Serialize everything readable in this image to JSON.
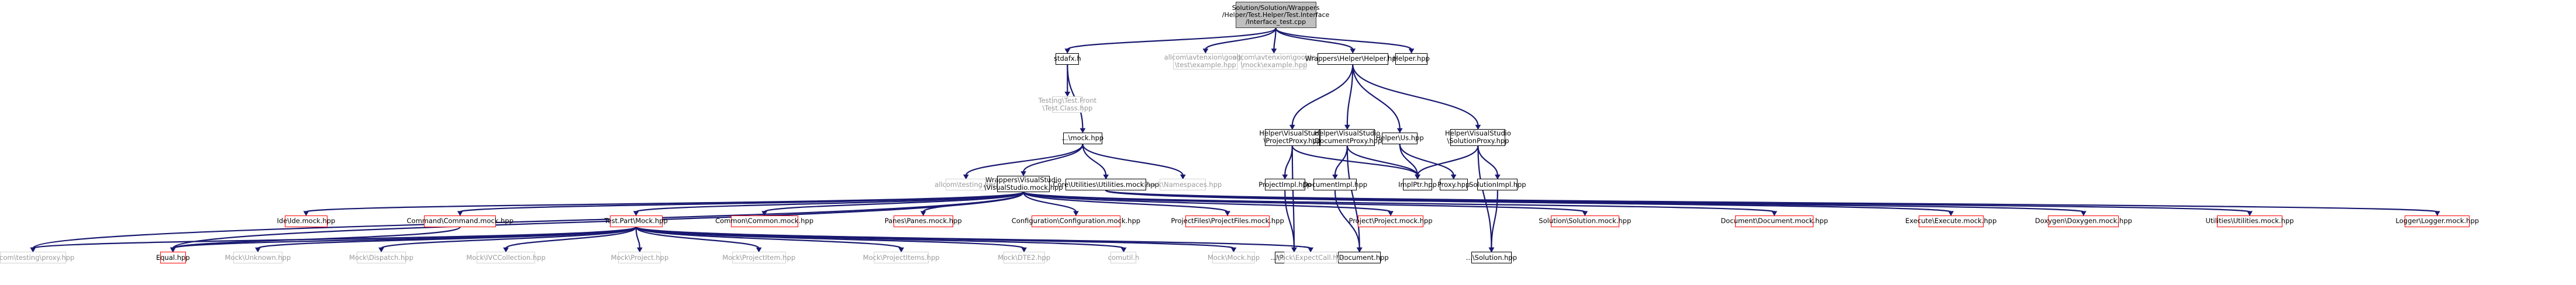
{
  "graph": {
    "root": "Solution/Solution/Wrappers\n/Helper/Test.Helper/Test.Interface\n/Interface_test.cpp",
    "nodes": [
      {
        "id": "n0",
        "label": "Solution/Solution/Wrappers\n/Helper/Test.Helper/Test.Interface\n/Interface_test.cpp",
        "kind": "root"
      },
      {
        "id": "n1",
        "label": "stdafx.h",
        "kind": "local"
      },
      {
        "id": "n2",
        "label": "allcom\\avtenxion\\google\n\\test\\example.hpp",
        "kind": "missing"
      },
      {
        "id": "n3",
        "label": "allcom\\avtenxion\\google\n\\mock\\example.hpp",
        "kind": "missing"
      },
      {
        "id": "n4",
        "label": "Wrappers\\Helper\\Helper.hpp",
        "kind": "local"
      },
      {
        "id": "n5",
        "label": "Helper.hpp",
        "kind": "local"
      },
      {
        "id": "n6",
        "label": "Testing\\Test.Front\n\\Test.Class.hpp",
        "kind": "missing"
      },
      {
        "id": "n7",
        "label": "...\\mock.hpp",
        "kind": "local"
      },
      {
        "id": "n8",
        "label": "Helper\\VisualStudio\n\\ProjectProxy.hpp",
        "kind": "local"
      },
      {
        "id": "n9",
        "label": "Helper\\VisualStudio\n\\DocumentProxy.hpp",
        "kind": "local"
      },
      {
        "id": "n10",
        "label": "Helper\\Us.hpp",
        "kind": "local"
      },
      {
        "id": "n11",
        "label": "Helper\\VisualStudio\n\\SolutionProxy.hpp",
        "kind": "local"
      },
      {
        "id": "n12",
        "label": "allcom\\testing.hpp",
        "kind": "missing"
      },
      {
        "id": "n13",
        "label": "Wrappers\\VisualStudio\n\\VisualStudio.mock.hpp",
        "kind": "local"
      },
      {
        "id": "n14",
        "label": "Core\\Utilities\\Utilities.mock.hpp",
        "kind": "local"
      },
      {
        "id": "n15",
        "label": "Mock\\Namespaces.hpp",
        "kind": "missing"
      },
      {
        "id": "n16",
        "label": "ProjectImpl.hpp",
        "kind": "local"
      },
      {
        "id": "n17",
        "label": "DocumentImpl.hpp",
        "kind": "local"
      },
      {
        "id": "n18",
        "label": "ImplPtr.hpp",
        "kind": "local"
      },
      {
        "id": "n19",
        "label": "Proxy.hpp",
        "kind": "local"
      },
      {
        "id": "n20",
        "label": "SolutionImpl.hpp",
        "kind": "local"
      },
      {
        "id": "n21",
        "label": "Ide\\Ide.mock.hpp",
        "kind": "red"
      },
      {
        "id": "n22",
        "label": "Command\\Command.mock.hpp",
        "kind": "red"
      },
      {
        "id": "n23",
        "label": "Test.Part\\Mock.hpp",
        "kind": "red"
      },
      {
        "id": "n24",
        "label": "Common\\Common.mock.hpp",
        "kind": "red"
      },
      {
        "id": "n25",
        "label": "Panes\\Panes.mock.hpp",
        "kind": "red"
      },
      {
        "id": "n26",
        "label": "Configuration\\Configuration.mock.hpp",
        "kind": "red"
      },
      {
        "id": "n27",
        "label": "ProjectFiles\\ProjectFiles.mock.hpp",
        "kind": "red"
      },
      {
        "id": "n28",
        "label": "Project\\Project.mock.hpp",
        "kind": "red"
      },
      {
        "id": "n29",
        "label": "Solution\\Solution.mock.hpp",
        "kind": "red"
      },
      {
        "id": "n30",
        "label": "Document\\Document.mock.hpp",
        "kind": "red"
      },
      {
        "id": "n31",
        "label": "Execute\\Execute.mock.hpp",
        "kind": "red"
      },
      {
        "id": "n32",
        "label": "Doxygen\\Doxygen.mock.hpp",
        "kind": "red"
      },
      {
        "id": "n33",
        "label": "Utilities\\Utilities.mock.hpp",
        "kind": "red"
      },
      {
        "id": "n34",
        "label": "Logger\\Logger.mock.hpp",
        "kind": "red"
      },
      {
        "id": "n35",
        "label": "...\\Project.hpp",
        "kind": "local"
      },
      {
        "id": "n36",
        "label": "...\\Document.hpp",
        "kind": "local"
      },
      {
        "id": "n37",
        "label": "...\\Solution.hpp",
        "kind": "local"
      },
      {
        "id": "n38",
        "label": "allcom\\testing\\proxy.hpp",
        "kind": "missing"
      },
      {
        "id": "n39",
        "label": "Equal.hpp",
        "kind": "red"
      },
      {
        "id": "n40",
        "label": "Mock\\Unknown.hpp",
        "kind": "missing"
      },
      {
        "id": "n41",
        "label": "Mock\\Dispatch.hpp",
        "kind": "missing"
      },
      {
        "id": "n42",
        "label": "Mock\\IVCCollection.hpp",
        "kind": "missing"
      },
      {
        "id": "n43",
        "label": "Mock\\Project.hpp",
        "kind": "missing"
      },
      {
        "id": "n44",
        "label": "Mock\\ProjectItem.hpp",
        "kind": "missing"
      },
      {
        "id": "n45",
        "label": "Mock\\ProjectItems.hpp",
        "kind": "missing"
      },
      {
        "id": "n46",
        "label": "Mock\\DTE2.hpp",
        "kind": "missing"
      },
      {
        "id": "n47",
        "label": "comutil.h",
        "kind": "missing"
      },
      {
        "id": "n48",
        "label": "Mock\\Mock.hpp",
        "kind": "missing"
      },
      {
        "id": "n49",
        "label": "Mock\\ExpectCall.hpp",
        "kind": "missing"
      }
    ],
    "edges": [
      [
        "n0",
        "n1"
      ],
      [
        "n0",
        "n2"
      ],
      [
        "n0",
        "n3"
      ],
      [
        "n0",
        "n4"
      ],
      [
        "n0",
        "n5"
      ],
      [
        "n1",
        "n6"
      ],
      [
        "n1",
        "n7"
      ],
      [
        "n4",
        "n8"
      ],
      [
        "n4",
        "n9"
      ],
      [
        "n4",
        "n10"
      ],
      [
        "n4",
        "n11"
      ],
      [
        "n7",
        "n12"
      ],
      [
        "n7",
        "n13"
      ],
      [
        "n7",
        "n14"
      ],
      [
        "n7",
        "n15"
      ],
      [
        "n8",
        "n16"
      ],
      [
        "n8",
        "n18"
      ],
      [
        "n8",
        "n35"
      ],
      [
        "n9",
        "n17"
      ],
      [
        "n9",
        "n18"
      ],
      [
        "n9",
        "n36"
      ],
      [
        "n10",
        "n18"
      ],
      [
        "n10",
        "n19"
      ],
      [
        "n11",
        "n18"
      ],
      [
        "n11",
        "n20"
      ],
      [
        "n11",
        "n37"
      ],
      [
        "n16",
        "n35"
      ],
      [
        "n17",
        "n36"
      ],
      [
        "n20",
        "n37"
      ],
      [
        "n13",
        "n21"
      ],
      [
        "n13",
        "n22"
      ],
      [
        "n13",
        "n23"
      ],
      [
        "n13",
        "n24"
      ],
      [
        "n13",
        "n25"
      ],
      [
        "n13",
        "n26"
      ],
      [
        "n13",
        "n27"
      ],
      [
        "n13",
        "n28"
      ],
      [
        "n13",
        "n29"
      ],
      [
        "n13",
        "n30"
      ],
      [
        "n13",
        "n38"
      ],
      [
        "n13",
        "n39"
      ],
      [
        "n14",
        "n31"
      ],
      [
        "n14",
        "n32"
      ],
      [
        "n14",
        "n33"
      ],
      [
        "n14",
        "n34"
      ],
      [
        "n22",
        "n39"
      ],
      [
        "n23",
        "n38"
      ],
      [
        "n23",
        "n39"
      ],
      [
        "n23",
        "n40"
      ],
      [
        "n23",
        "n41"
      ],
      [
        "n23",
        "n42"
      ],
      [
        "n23",
        "n43"
      ],
      [
        "n23",
        "n44"
      ],
      [
        "n23",
        "n45"
      ],
      [
        "n23",
        "n46"
      ],
      [
        "n23",
        "n47"
      ],
      [
        "n23",
        "n48"
      ],
      [
        "n23",
        "n49"
      ]
    ]
  },
  "colors": {
    "edge": "#191970",
    "root_fill": "#bfbfbf",
    "missing_border": "#d3d3d3",
    "missing_text": "#9a9a9a",
    "red_border": "#ff0000"
  }
}
